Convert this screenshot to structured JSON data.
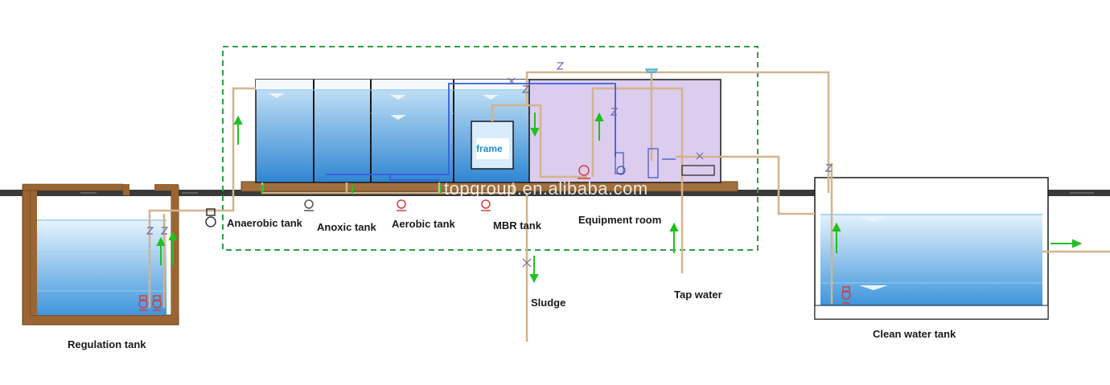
{
  "labels": {
    "regulation_tank": "Regulation tank",
    "anaerobic_tank": "Anaerobic tank",
    "anoxic_tank": "Anoxic tank",
    "aerobic_tank": "Aerobic tank",
    "mbr_tank": "MBR tank",
    "equipment_room": "Equipment room",
    "sludge": "Sludge",
    "tap_water": "Tap water",
    "clean_water_tank": "Clean water tank",
    "frame": "frame"
  },
  "watermark": "topgroup.en.alibaba.com",
  "colors": {
    "pipe": "#d2b48c",
    "ground": "#3a3a3a",
    "dashed_boundary": "#2e9e44",
    "tank_wall": "#8b5a2b",
    "water_top": "#d8ecfb",
    "water_bottom": "#4a9fe0",
    "equipment_room": "#d8c8ee",
    "flow_arrow": "#20c020",
    "pump": "#d04040",
    "frame_text": "#1e90d0"
  }
}
